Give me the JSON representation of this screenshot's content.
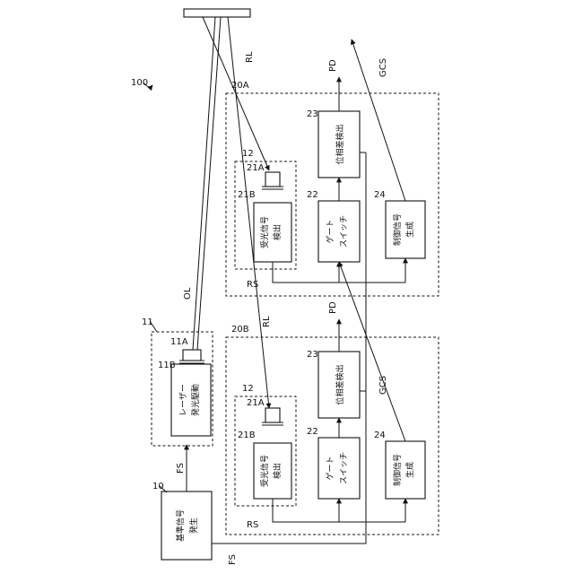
{
  "figure_ref": "100",
  "blocks": {
    "ref_signal_gen": {
      "ref": "10",
      "line1": "基準信号",
      "line2": "発生"
    },
    "laser_unit": {
      "ref": "11",
      "part_a": "11A",
      "part_b": "11B",
      "line1": "レーザー",
      "line2": "発光駆動"
    },
    "detector_a": {
      "ref": "20A"
    },
    "detector_b": {
      "ref": "20B"
    },
    "receiver": {
      "ref": "12",
      "part_a": "21A",
      "part_b": "21B",
      "line1": "受光信号",
      "line2": "検出"
    },
    "gate_switch": {
      "ref": "22",
      "line1": "ゲート",
      "line2": "スイッチ"
    },
    "phase_diff": {
      "ref": "23",
      "text": "位相差検出"
    },
    "control_gen": {
      "ref": "24",
      "line1": "制御信号",
      "line2": "生成"
    }
  },
  "signals": {
    "fs": "FS",
    "rs": "RS",
    "pd": "PD",
    "gcs": "GCS",
    "rl": "RL",
    "ol": "OL"
  }
}
